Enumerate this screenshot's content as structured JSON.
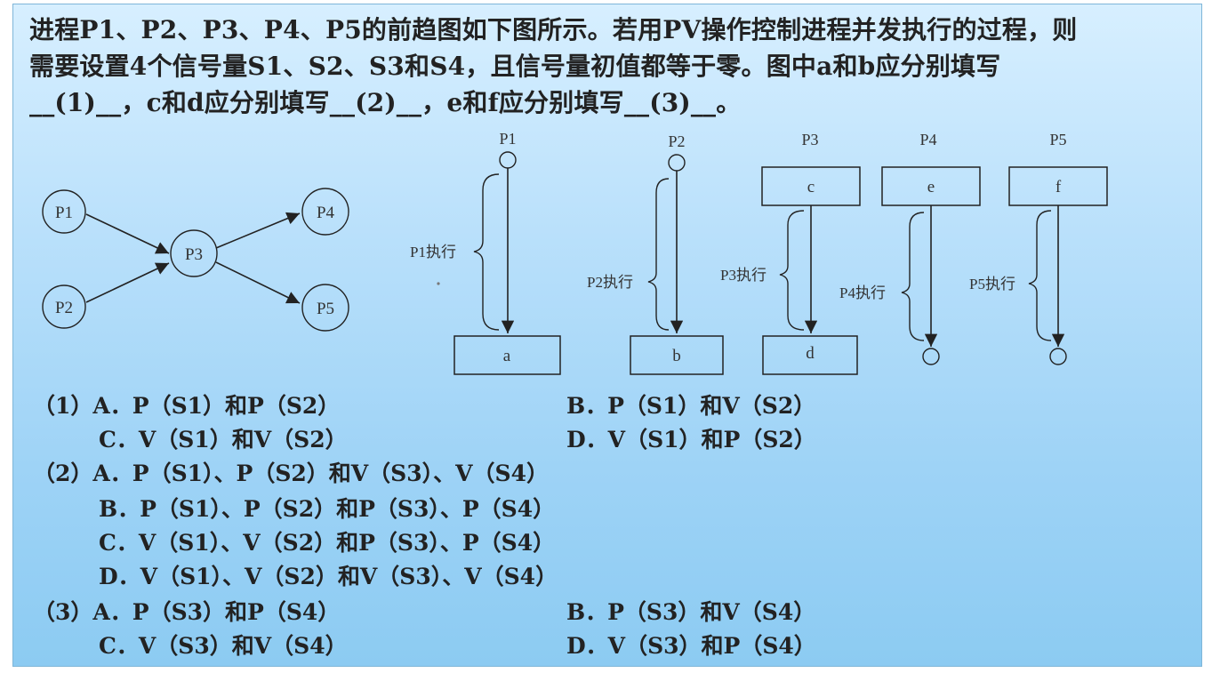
{
  "question": {
    "line1": "进程P1、P2、P3、P4、P5的前趋图如下图所示。若用PV操作控制进程并发执行的过程，则",
    "line2": "需要设置4个信号量S1、S2、S3和S4，且信号量初值都等于零。图中a和b应分别填写",
    "line3": "__(1)__，c和d应分别填写__(2)__，e和f应分别填写__(3)__。"
  },
  "graph": {
    "nodes": [
      "P1",
      "P2",
      "P3",
      "P4",
      "P5"
    ]
  },
  "processes": {
    "headers": [
      "P1",
      "P2",
      "P3",
      "P4",
      "P5"
    ],
    "exec_labels": [
      "P1执行",
      "P2执行",
      "P3执行",
      "P4执行",
      "P5执行"
    ],
    "boxes": {
      "a": "a",
      "b": "b",
      "c": "c",
      "d": "d",
      "e": "e",
      "f": "f"
    }
  },
  "options": {
    "q1": {
      "A": "（1）A．P（S1）和P（S2）",
      "B": "B．P（S1）和V（S2）",
      "C": "C．V（S1）和V（S2）",
      "D": "D．V（S1）和P（S2）"
    },
    "q2": {
      "A": "（2）A．P（S1）、P（S2）和V（S3）、V（S4）",
      "B": "B．P（S1）、P（S2）和P（S3）、P（S4）",
      "C": "C．V（S1）、V（S2）和P（S3）、P（S4）",
      "D": "D．V（S1）、V（S2）和V（S3）、V（S4）"
    },
    "q3": {
      "A": "（3）A．P（S3）和P（S4）",
      "B": "B．P（S3）和V（S4）",
      "C": "C．V（S3）和V（S4）",
      "D": "D．V（S3）和P（S4）"
    }
  }
}
